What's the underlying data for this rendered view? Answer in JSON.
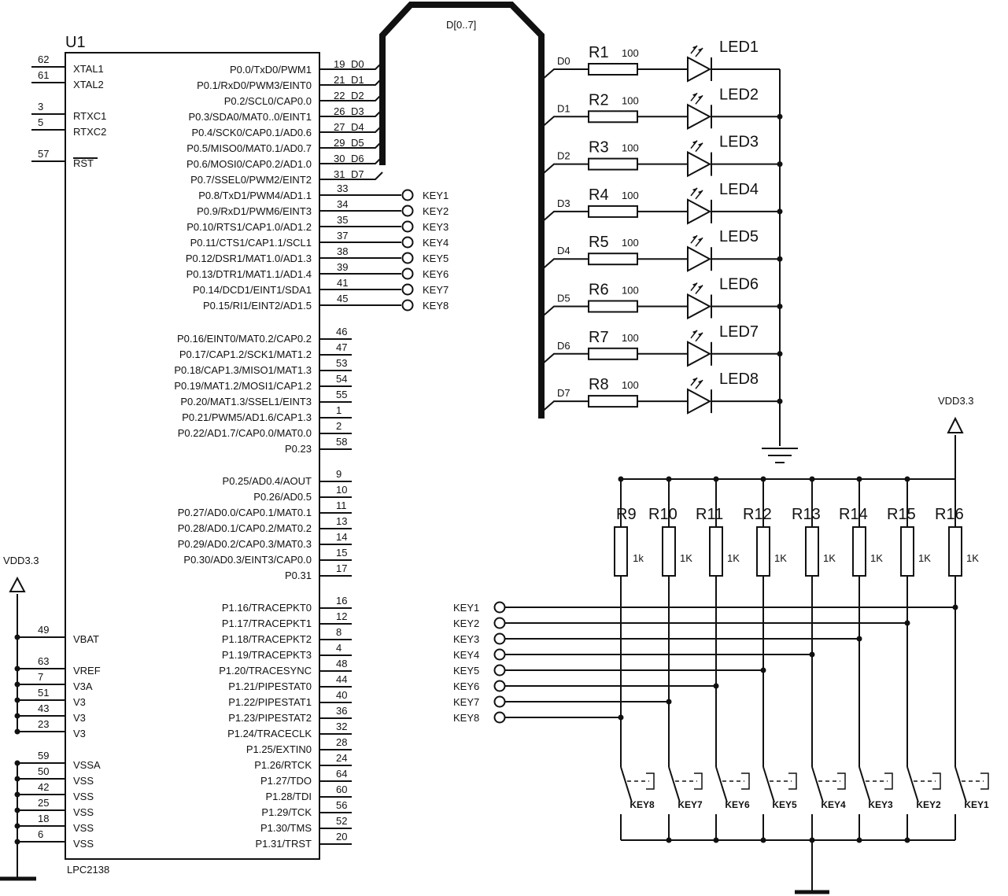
{
  "chip": {
    "ref": "U1",
    "part": "LPC2138",
    "left_pins": [
      {
        "num": "62",
        "name": "XTAL1"
      },
      {
        "num": "61",
        "name": "XTAL2"
      },
      {
        "num": "3",
        "name": "RTXC1"
      },
      {
        "num": "5",
        "name": "RTXC2"
      },
      {
        "num": "57",
        "name": "RST"
      },
      {
        "num": "49",
        "name": "VBAT"
      },
      {
        "num": "63",
        "name": "VREF"
      },
      {
        "num": "7",
        "name": "V3A"
      },
      {
        "num": "51",
        "name": "V3"
      },
      {
        "num": "43",
        "name": "V3"
      },
      {
        "num": "23",
        "name": "V3"
      },
      {
        "num": "59",
        "name": "VSSA"
      },
      {
        "num": "50",
        "name": "VSS"
      },
      {
        "num": "42",
        "name": "VSS"
      },
      {
        "num": "25",
        "name": "VSS"
      },
      {
        "num": "18",
        "name": "VSS"
      },
      {
        "num": "6",
        "name": "VSS"
      }
    ],
    "right_pins": [
      {
        "num": "19",
        "name": "P0.0/TxD0/PWM1",
        "net": "D0"
      },
      {
        "num": "21",
        "name": "P0.1/RxD0/PWM3/EINT0",
        "net": "D1"
      },
      {
        "num": "22",
        "name": "P0.2/SCL0/CAP0.0",
        "net": "D2"
      },
      {
        "num": "26",
        "name": "P0.3/SDA0/MAT0..0/EINT1",
        "net": "D3"
      },
      {
        "num": "27",
        "name": "P0.4/SCK0/CAP0.1/AD0.6",
        "net": "D4"
      },
      {
        "num": "29",
        "name": "P0.5/MISO0/MAT0.1/AD0.7",
        "net": "D5"
      },
      {
        "num": "30",
        "name": "P0.6/MOSI0/CAP0.2/AD1.0",
        "net": "D6"
      },
      {
        "num": "31",
        "name": "P0.7/SSEL0/PWM2/EINT2",
        "net": "D7"
      },
      {
        "num": "33",
        "name": "P0.8/TxD1/PWM4/AD1.1",
        "net": "KEY1"
      },
      {
        "num": "34",
        "name": "P0.9/RxD1/PWM6/EINT3",
        "net": "KEY2"
      },
      {
        "num": "35",
        "name": "P0.10/RTS1/CAP1.0/AD1.2",
        "net": "KEY3"
      },
      {
        "num": "37",
        "name": "P0.11/CTS1/CAP1.1/SCL1",
        "net": "KEY4"
      },
      {
        "num": "38",
        "name": "P0.12/DSR1/MAT1.0/AD1.3",
        "net": "KEY5"
      },
      {
        "num": "39",
        "name": "P0.13/DTR1/MAT1.1/AD1.4",
        "net": "KEY6"
      },
      {
        "num": "41",
        "name": "P0.14/DCD1/EINT1/SDA1",
        "net": "KEY7"
      },
      {
        "num": "45",
        "name": "P0.15/RI1/EINT2/AD1.5",
        "net": "KEY8"
      },
      {
        "num": "46",
        "name": "P0.16/EINT0/MAT0.2/CAP0.2",
        "net": ""
      },
      {
        "num": "47",
        "name": "P0.17/CAP1.2/SCK1/MAT1.2",
        "net": ""
      },
      {
        "num": "53",
        "name": "P0.18/CAP1.3/MISO1/MAT1.3",
        "net": ""
      },
      {
        "num": "54",
        "name": "P0.19/MAT1.2/MOSI1/CAP1.2",
        "net": ""
      },
      {
        "num": "55",
        "name": "P0.20/MAT1.3/SSEL1/EINT3",
        "net": ""
      },
      {
        "num": "1",
        "name": "P0.21/PWM5/AD1.6/CAP1.3",
        "net": ""
      },
      {
        "num": "2",
        "name": "P0.22/AD1.7/CAP0.0/MAT0.0",
        "net": ""
      },
      {
        "num": "58",
        "name": "P0.23",
        "net": ""
      },
      {
        "num": "9",
        "name": "P0.25/AD0.4/AOUT",
        "net": ""
      },
      {
        "num": "10",
        "name": "P0.26/AD0.5",
        "net": ""
      },
      {
        "num": "11",
        "name": "P0.27/AD0.0/CAP0.1/MAT0.1",
        "net": ""
      },
      {
        "num": "13",
        "name": "P0.28/AD0.1/CAP0.2/MAT0.2",
        "net": ""
      },
      {
        "num": "14",
        "name": "P0.29/AD0.2/CAP0.3/MAT0.3",
        "net": ""
      },
      {
        "num": "15",
        "name": "P0.30/AD0.3/EINT3/CAP0.0",
        "net": ""
      },
      {
        "num": "17",
        "name": "P0.31",
        "net": ""
      },
      {
        "num": "16",
        "name": "P1.16/TRACEPKT0",
        "net": ""
      },
      {
        "num": "12",
        "name": "P1.17/TRACEPKT1",
        "net": ""
      },
      {
        "num": "8",
        "name": "P1.18/TRACEPKT2",
        "net": ""
      },
      {
        "num": "4",
        "name": "P1.19/TRACEPKT3",
        "net": ""
      },
      {
        "num": "48",
        "name": "P1.20/TRACESYNC",
        "net": ""
      },
      {
        "num": "44",
        "name": "P1.21/PIPESTAT0",
        "net": ""
      },
      {
        "num": "40",
        "name": "P1.22/PIPESTAT1",
        "net": ""
      },
      {
        "num": "36",
        "name": "P1.23/PIPESTAT2",
        "net": ""
      },
      {
        "num": "32",
        "name": "P1.24/TRACECLK",
        "net": ""
      },
      {
        "num": "28",
        "name": "P1.25/EXTIN0",
        "net": ""
      },
      {
        "num": "24",
        "name": "P1.26/RTCK",
        "net": ""
      },
      {
        "num": "64",
        "name": "P1.27/TDO",
        "net": ""
      },
      {
        "num": "60",
        "name": "P1.28/TDI",
        "net": ""
      },
      {
        "num": "56",
        "name": "P1.29/TCK",
        "net": ""
      },
      {
        "num": "52",
        "name": "P1.30/TMS",
        "net": ""
      },
      {
        "num": "20",
        "name": "P1.31/TRST",
        "net": ""
      }
    ]
  },
  "bus_label": "D[0..7]",
  "led_rows": [
    {
      "net": "D0",
      "res": "R1",
      "val": "100",
      "led": "LED1"
    },
    {
      "net": "D1",
      "res": "R2",
      "val": "100",
      "led": "LED2"
    },
    {
      "net": "D2",
      "res": "R3",
      "val": "100",
      "led": "LED3"
    },
    {
      "net": "D3",
      "res": "R4",
      "val": "100",
      "led": "LED4"
    },
    {
      "net": "D4",
      "res": "R5",
      "val": "100",
      "led": "LED5"
    },
    {
      "net": "D5",
      "res": "R6",
      "val": "100",
      "led": "LED6"
    },
    {
      "net": "D6",
      "res": "R7",
      "val": "100",
      "led": "LED7"
    },
    {
      "net": "D7",
      "res": "R8",
      "val": "100",
      "led": "LED8"
    }
  ],
  "power_label": "VDD3.3",
  "pullups": [
    {
      "ref": "R9",
      "val": "1k"
    },
    {
      "ref": "R10",
      "val": "1K"
    },
    {
      "ref": "R11",
      "val": "1K"
    },
    {
      "ref": "R12",
      "val": "1K"
    },
    {
      "ref": "R13",
      "val": "1K"
    },
    {
      "ref": "R14",
      "val": "1K"
    },
    {
      "ref": "R15",
      "val": "1K"
    },
    {
      "ref": "R16",
      "val": "1K"
    }
  ],
  "key_ports": [
    "KEY1",
    "KEY2",
    "KEY3",
    "KEY4",
    "KEY5",
    "KEY6",
    "KEY7",
    "KEY8"
  ],
  "switches": [
    "KEY8",
    "KEY7",
    "KEY6",
    "KEY5",
    "KEY4",
    "KEY3",
    "KEY2",
    "KEY1"
  ]
}
